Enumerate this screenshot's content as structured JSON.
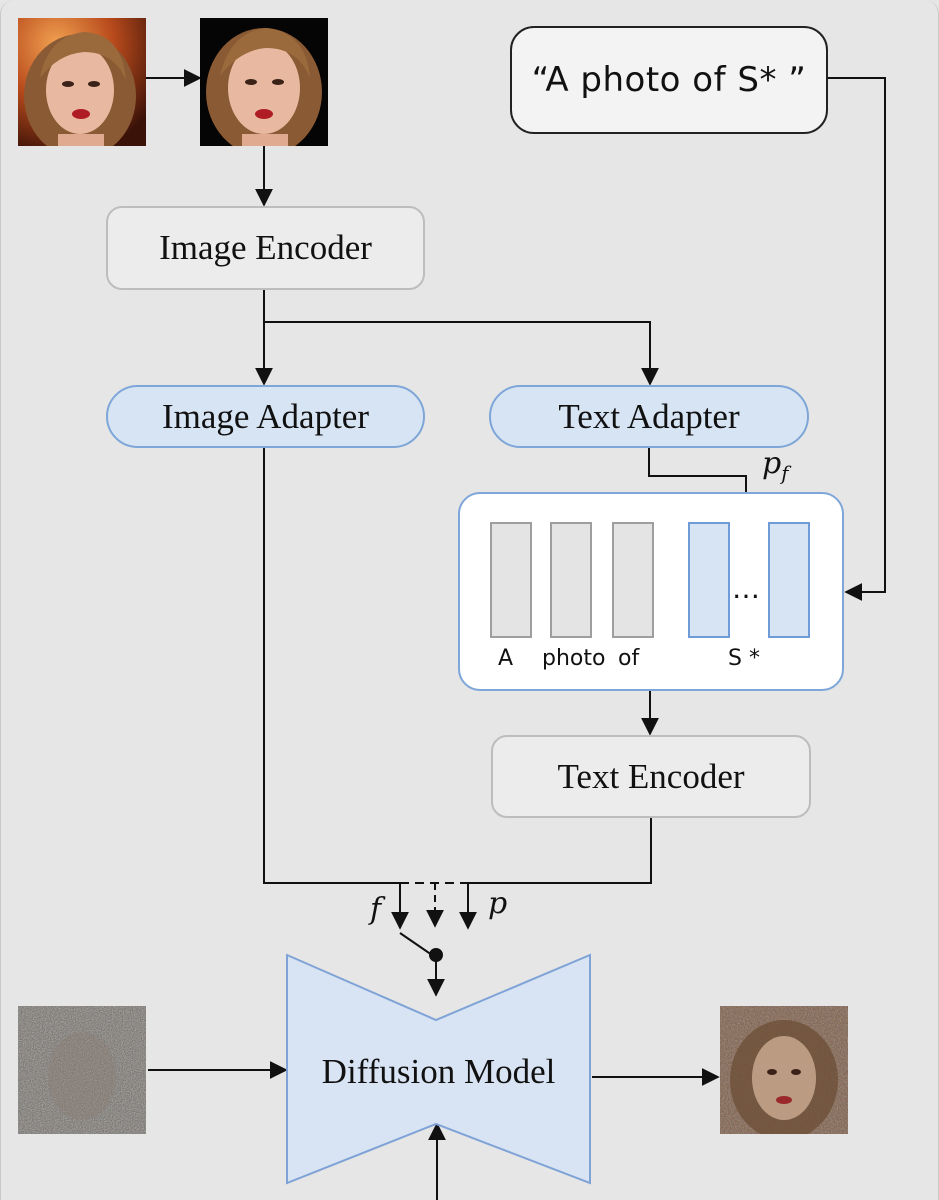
{
  "prompt": {
    "text": "“A photo of S* ”"
  },
  "blocks": {
    "image_encoder": "Image Encoder",
    "image_adapter": "Image Adapter",
    "text_adapter": "Text Adapter",
    "text_encoder": "Text Encoder",
    "diffusion_model": "Diffusion Model"
  },
  "tokens": {
    "words": [
      "A",
      "photo",
      "of"
    ],
    "subject": "S *",
    "ellipsis": "…"
  },
  "symbols": {
    "pf_main": "p",
    "pf_sub": "f",
    "f": "f",
    "p": "p"
  },
  "colors": {
    "background": "#e6e6e6",
    "adapter_fill": "#d7e4f4",
    "adapter_border": "#7ea6d8",
    "diffusion_fill": "#d8e4f3",
    "diffusion_border": "#7fa3d6"
  }
}
